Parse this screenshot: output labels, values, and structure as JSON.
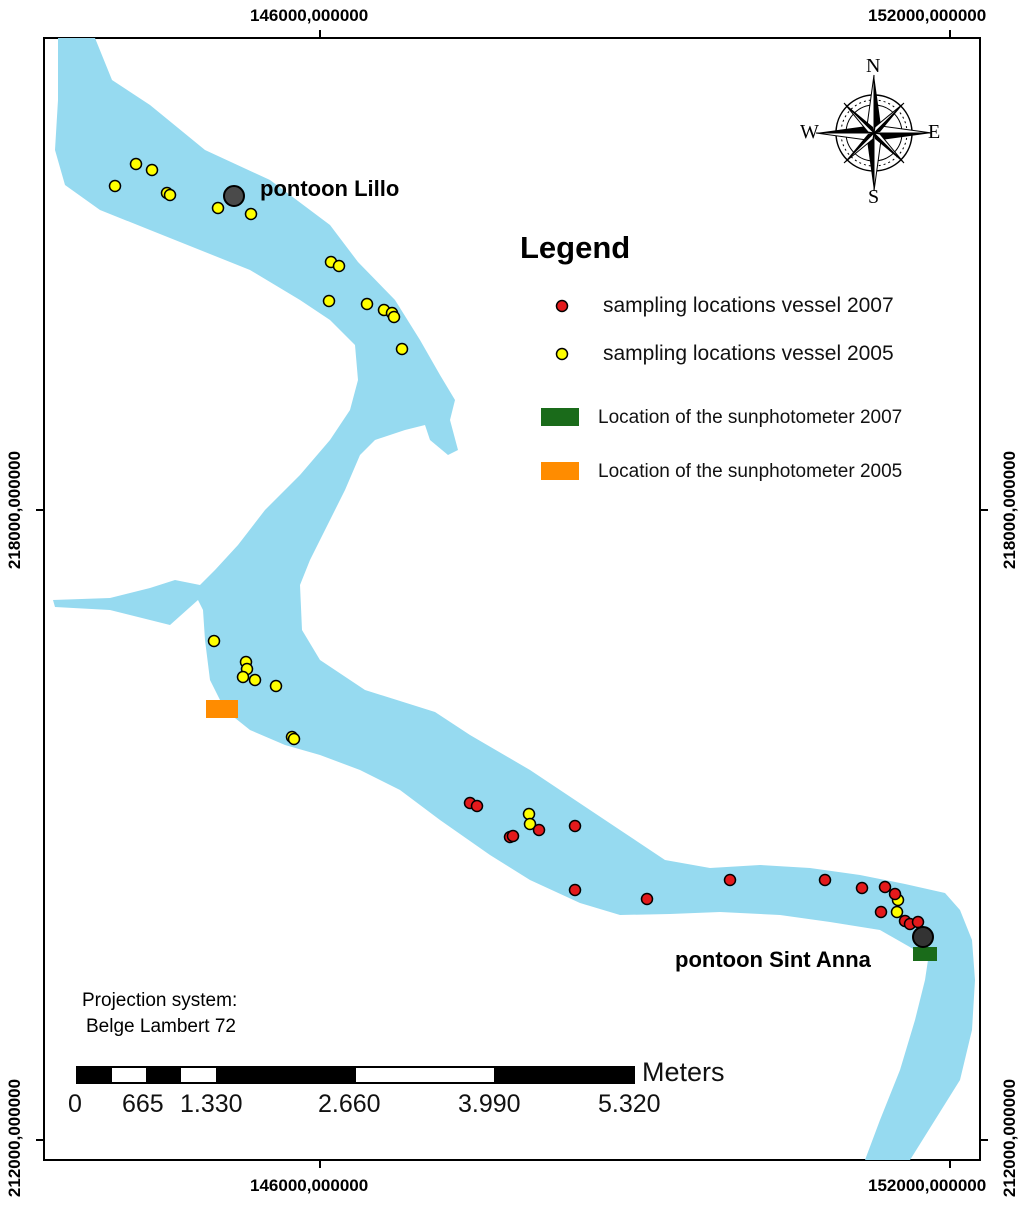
{
  "grid_labels": {
    "top": [
      "146000,000000",
      "152000,000000"
    ],
    "bottom": [
      "146000,000000",
      "152000,000000"
    ],
    "left": [
      "218000,000000",
      "212000,000000"
    ],
    "right": [
      "218000,000000",
      "212000,000000"
    ]
  },
  "places": {
    "lillo": "pontoon Lillo",
    "sint_anna": "pontoon Sint Anna"
  },
  "compass": {
    "n": "N",
    "s": "S",
    "e": "E",
    "w": "W"
  },
  "legend": {
    "title": "Legend",
    "items": [
      {
        "label": "sampling locations vessel 2007",
        "color": "#e31a1c"
      },
      {
        "label": "sampling locations vessel 2005",
        "color": "#ffff00"
      },
      {
        "label": "Location of the sunphotometer 2007",
        "color": "#1a6b1a"
      },
      {
        "label": "Location of the sunphotometer 2005",
        "color": "#ff8c00"
      }
    ]
  },
  "projection": {
    "line1": "Projection system:",
    "line2": "Belge Lambert 72"
  },
  "scale_bar": {
    "unit": "Meters",
    "ticks": [
      "0",
      "665",
      "1.330",
      "2.660",
      "3.990",
      "5.320"
    ]
  },
  "colors": {
    "river": "#96daf0",
    "pontoon": "#3a3a3a"
  },
  "sampling_2005": [
    [
      115,
      186
    ],
    [
      136,
      164
    ],
    [
      152,
      170
    ],
    [
      167,
      193
    ],
    [
      170,
      195
    ],
    [
      218,
      208
    ],
    [
      251,
      214
    ],
    [
      331,
      262
    ],
    [
      339,
      266
    ],
    [
      329,
      301
    ],
    [
      367,
      304
    ],
    [
      384,
      310
    ],
    [
      392,
      313
    ],
    [
      394,
      317
    ],
    [
      402,
      349
    ],
    [
      214,
      641
    ],
    [
      246,
      662
    ],
    [
      247,
      669
    ],
    [
      243,
      677
    ],
    [
      255,
      680
    ],
    [
      276,
      686
    ],
    [
      292,
      737
    ],
    [
      294,
      739
    ],
    [
      529,
      814
    ],
    [
      530,
      824
    ],
    [
      898,
      900
    ],
    [
      897,
      912
    ]
  ],
  "sampling_2007": [
    [
      470,
      803
    ],
    [
      477,
      806
    ],
    [
      510,
      837
    ],
    [
      513,
      836
    ],
    [
      539,
      830
    ],
    [
      575,
      826
    ],
    [
      575,
      890
    ],
    [
      647,
      899
    ],
    [
      730,
      880
    ],
    [
      825,
      880
    ],
    [
      862,
      888
    ],
    [
      885,
      887
    ],
    [
      895,
      894
    ],
    [
      881,
      912
    ],
    [
      905,
      921
    ],
    [
      910,
      924
    ],
    [
      918,
      922
    ]
  ],
  "sunphotometer_2007": [
    925,
    954
  ],
  "sunphotometer_2005": [
    222,
    709
  ],
  "pontoon_lillo": [
    234,
    196
  ],
  "pontoon_sint_anna": [
    923,
    937
  ]
}
